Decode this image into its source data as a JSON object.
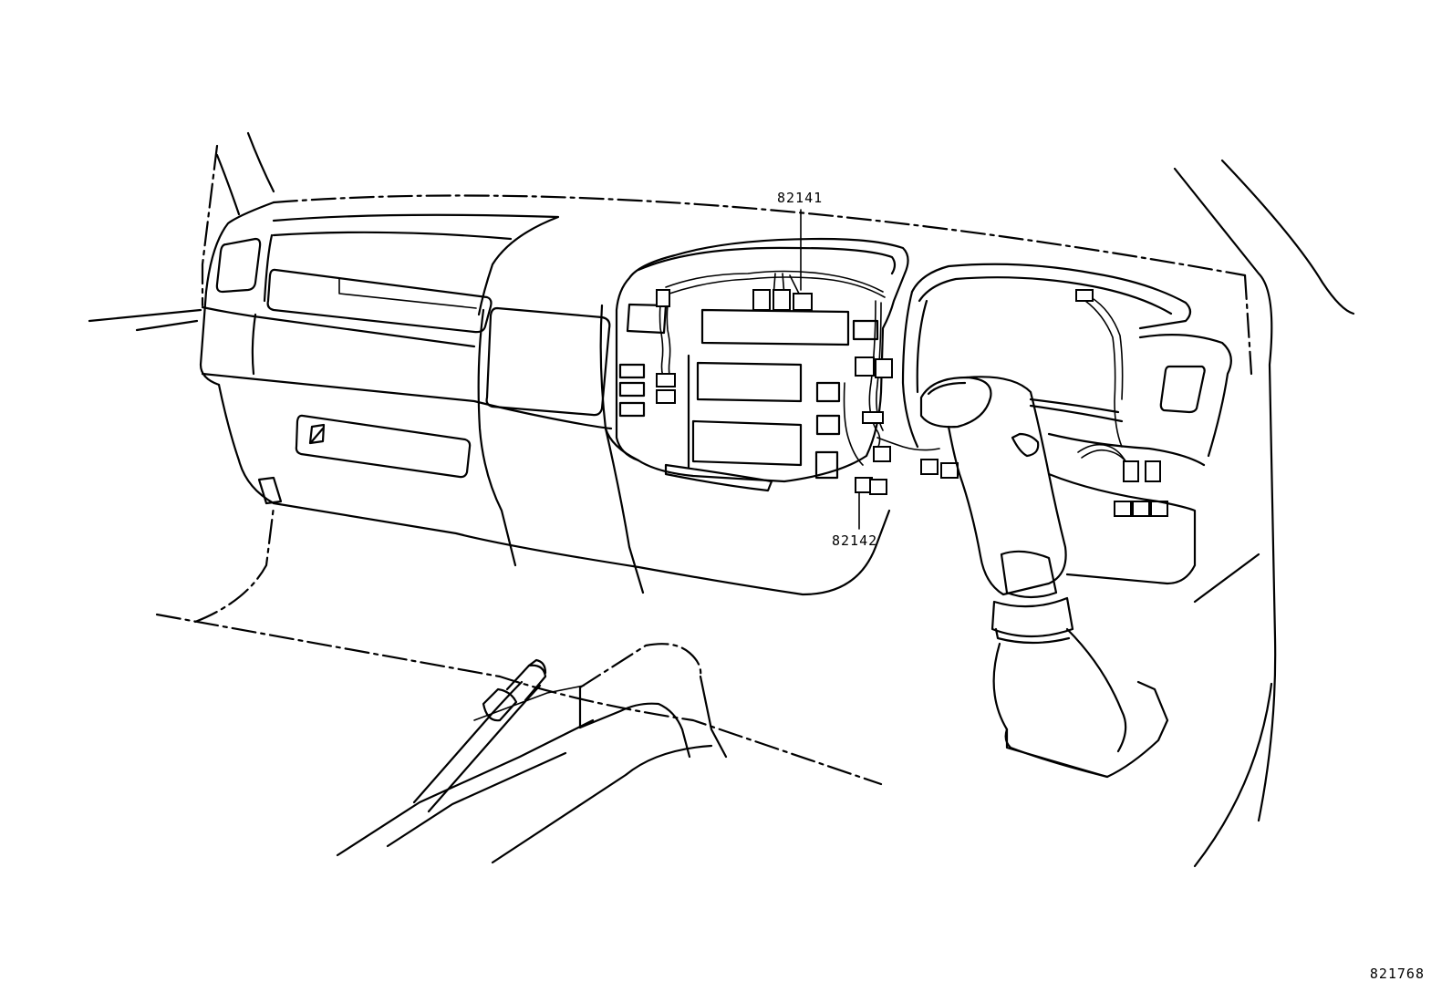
{
  "callouts": {
    "upper": "82141",
    "lower": "82142"
  },
  "reference_number": "821768"
}
